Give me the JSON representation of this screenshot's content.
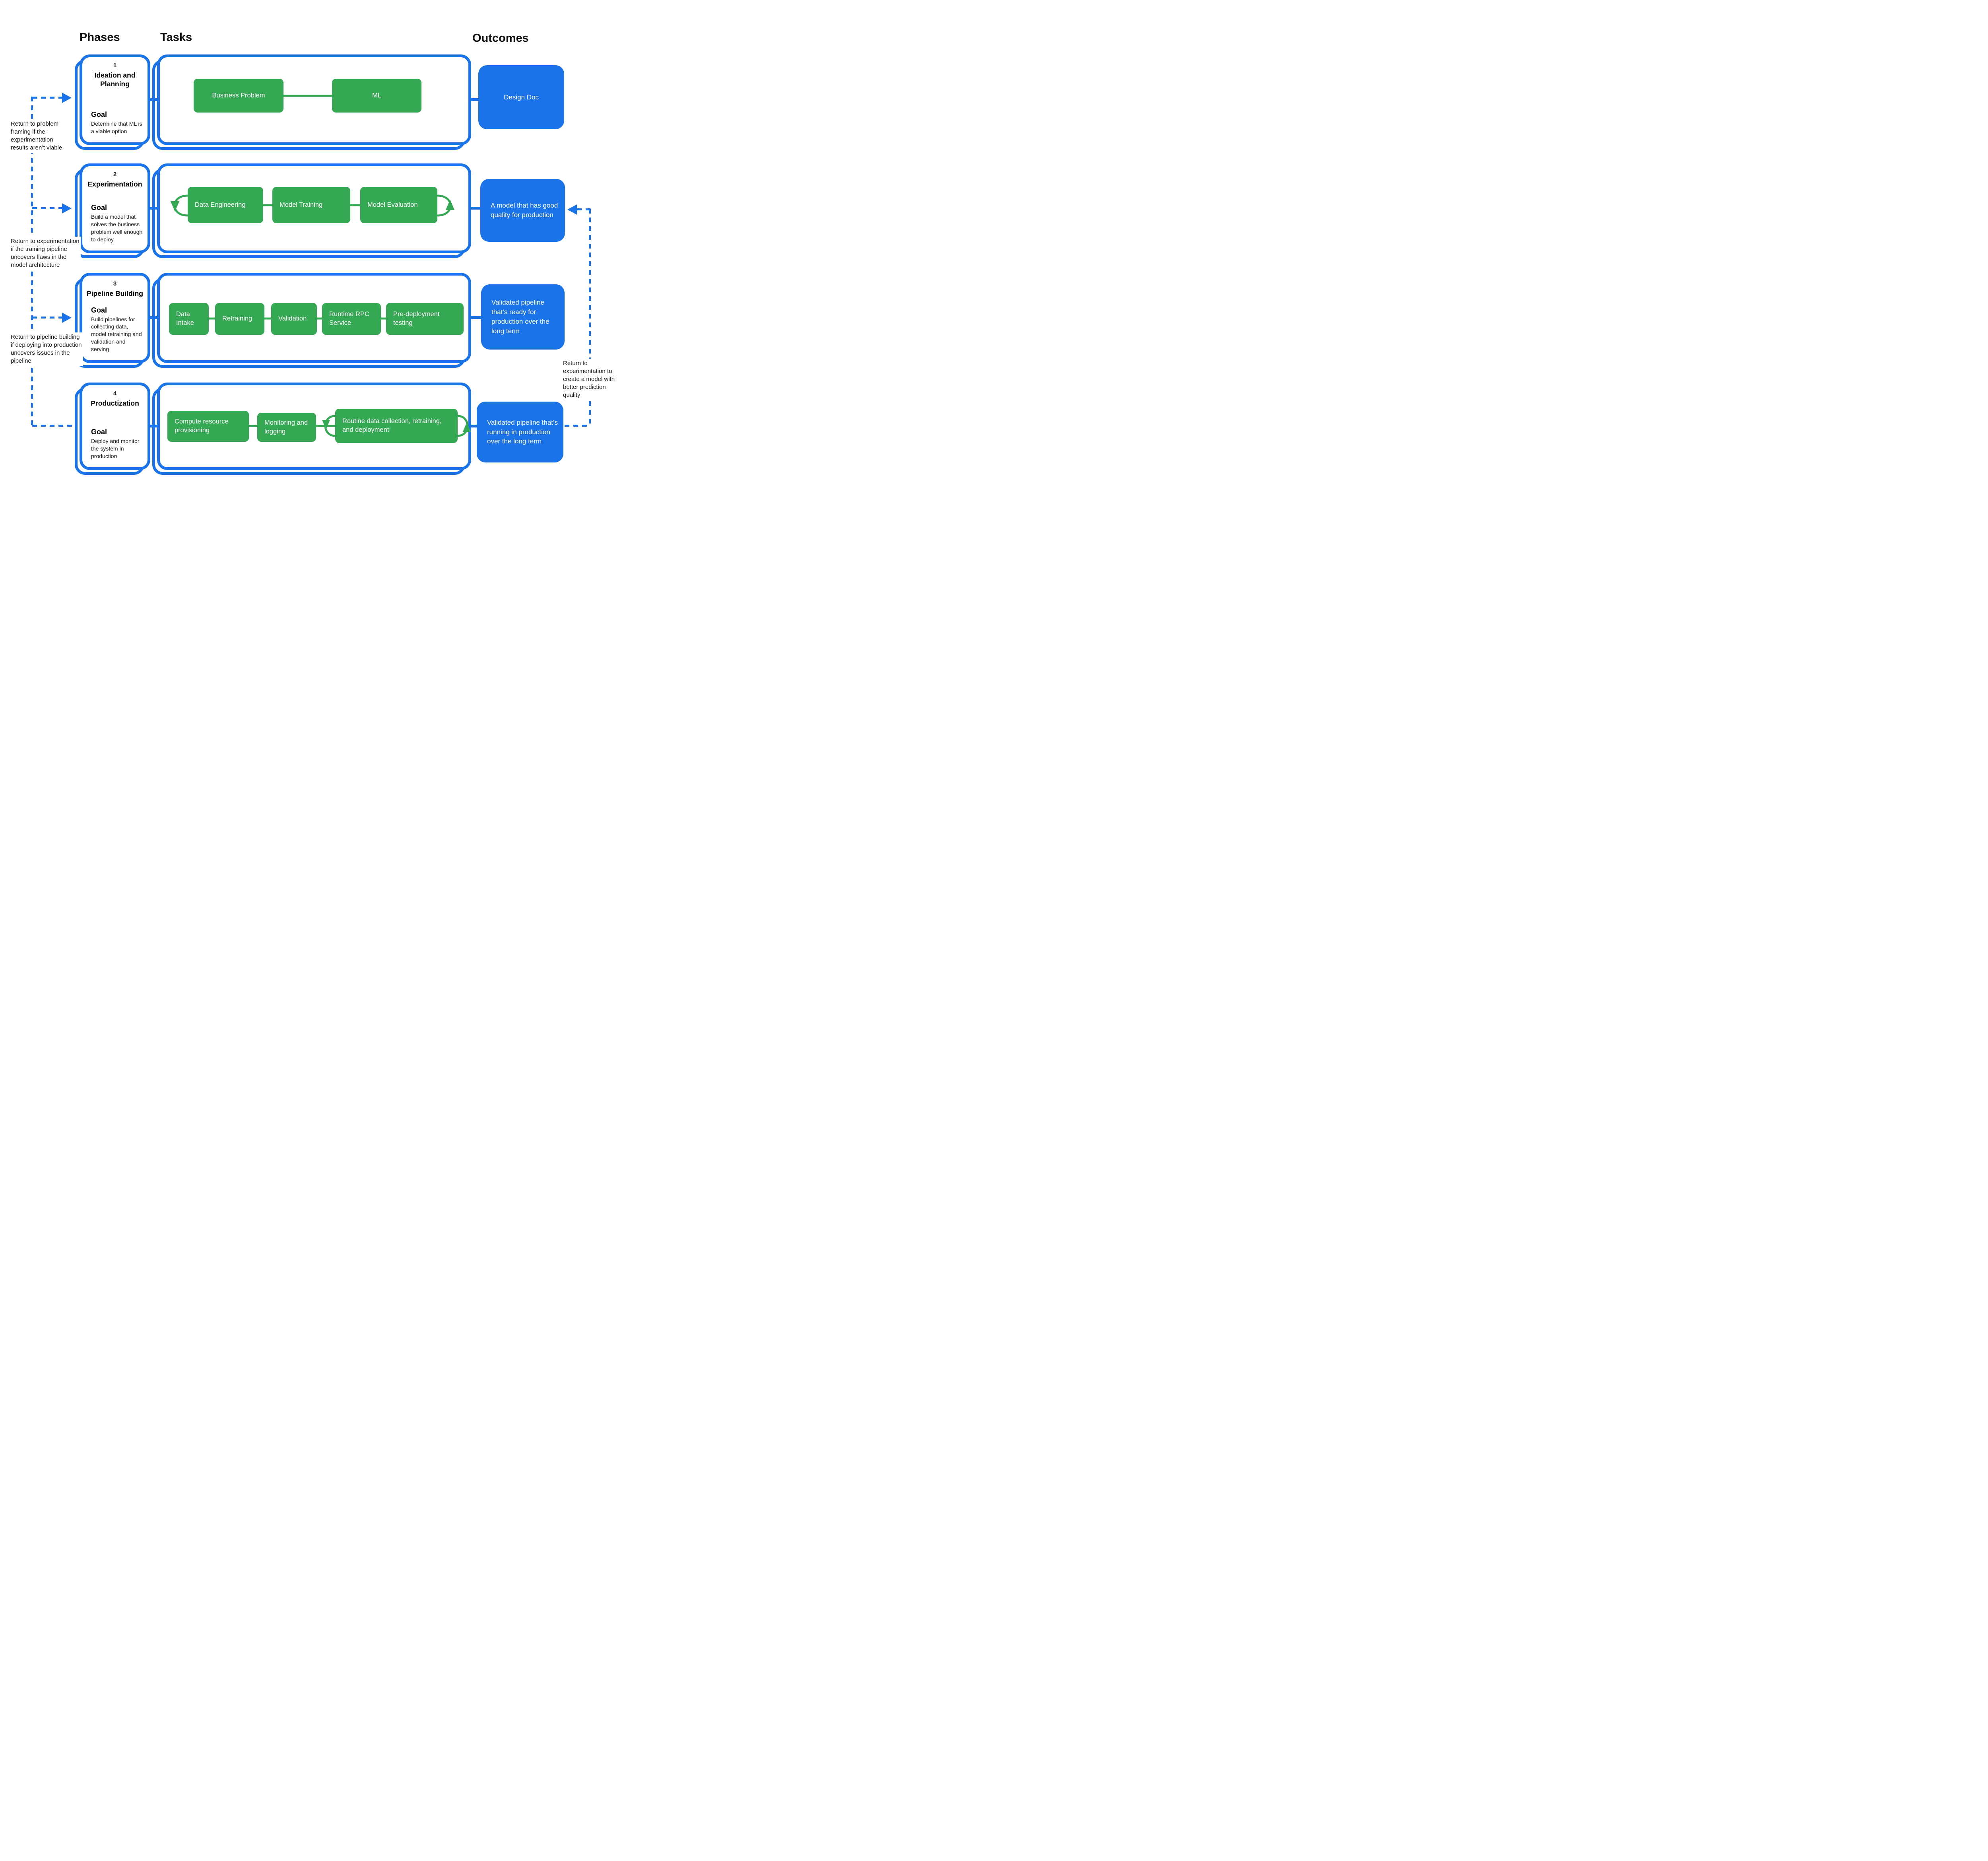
{
  "colors": {
    "blue": "#1a73e8",
    "green": "#34a853",
    "text": "#1f1f1f"
  },
  "headers": {
    "phases": "Phases",
    "tasks": "Tasks",
    "outcomes": "Outcomes"
  },
  "phases": [
    {
      "number": "1",
      "title": "Ideation and Planning",
      "goal_label": "Goal",
      "goal": "Determine that ML is a viable option",
      "tasks": [
        "Business Problem",
        "ML"
      ],
      "outcome": "Design Doc"
    },
    {
      "number": "2",
      "title": "Experimentation",
      "goal_label": "Goal",
      "goal": "Build a model that solves the business problem well enough to deploy",
      "tasks": [
        "Data Engineering",
        "Model Training",
        "Model Evaluation"
      ],
      "outcome": "A model that has good quality for production"
    },
    {
      "number": "3",
      "title": "Pipeline Building",
      "goal_label": "Goal",
      "goal": "Build pipelines for collecting data, model retraining and validation and serving",
      "tasks": [
        "Data Intake",
        "Retraining",
        "Validation",
        "Runtime RPC Service",
        "Pre-deployment testing"
      ],
      "outcome": "Validated pipeline that’s ready for production over the long term"
    },
    {
      "number": "4",
      "title": "Productization",
      "goal_label": "Goal",
      "goal": "Deploy and monitor the system in production",
      "tasks": [
        "Compute resource provisioning",
        "Monitoring and logging",
        "Routine data collection, retraining, and deployment"
      ],
      "outcome": "Validated pipeline that’s running in production over the long term"
    }
  ],
  "annotations": {
    "to_problem_framing": "Return to problem framing if the experimentation results aren’t viable",
    "to_experimentation": "Return to experimentation if the training pipeline uncovers flaws in the model architecture",
    "to_pipeline_building": "Return to pipeline building if deploying into production uncovers issues in the pipeline",
    "to_better_quality": "Return to experimentation to create a model with better prediction quality"
  }
}
